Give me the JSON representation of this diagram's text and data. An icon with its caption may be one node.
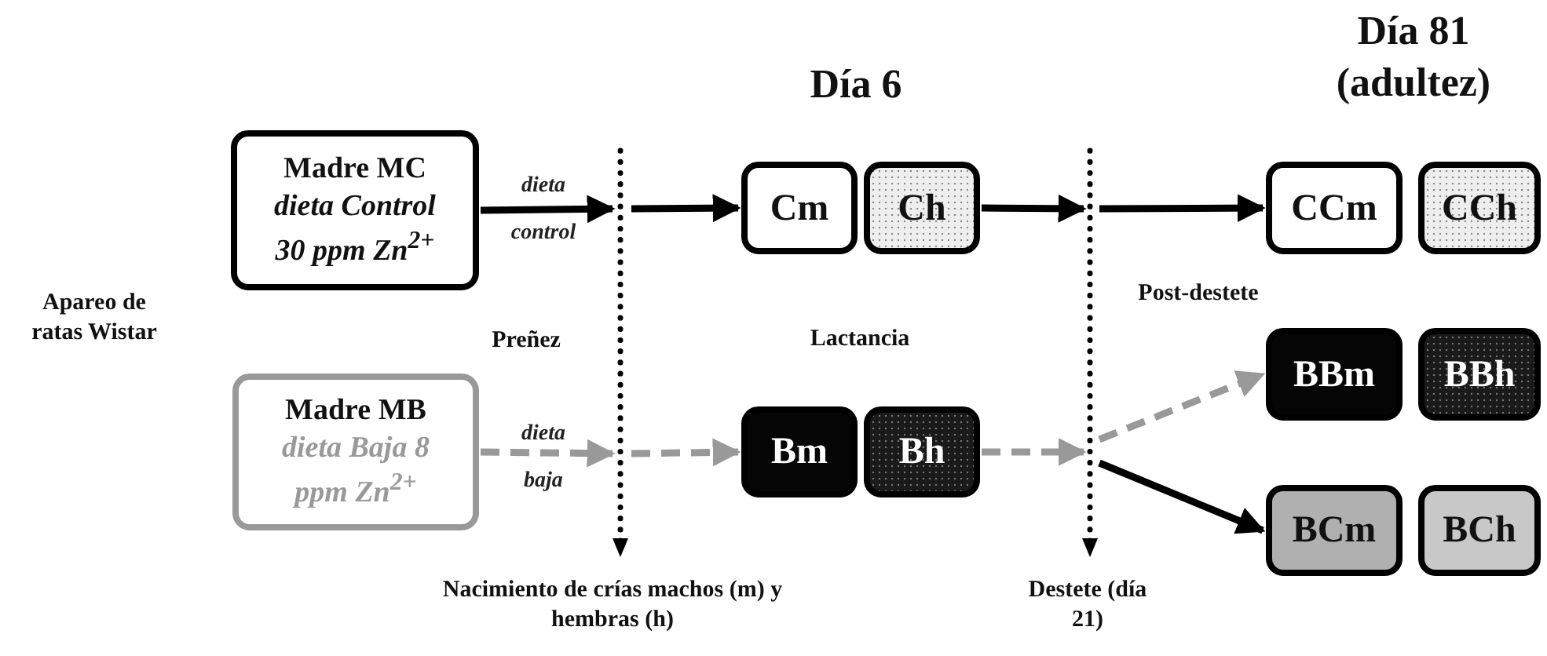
{
  "diagram": {
    "nodes": [
      {
        "text": [
          "Madre MC",
          "dieta Control 30 ppm Zn$^{2+}$"
        ]
      },
      {
        "text": [
          "Madre MB",
          "dieta Baja 8 ppm Zn$^{2+}$"
        ]
      },
      {
        "text": [
          "Cm"
        ]
      },
      {
        "text": [
          "Ch"
        ]
      },
      {
        "text": [
          "Bm"
        ]
      },
      {
        "text": [
          "Bh"
        ]
      },
      {
        "text": [
          "CCm"
        ]
      },
      {
        "text": [
          "CCh"
        ]
      },
      {
        "text": [
          "BBm"
        ]
      },
      {
        "text": [
          "BBh"
        ]
      },
      {
        "text": [
          "BCm"
        ]
      },
      {
        "text": [
          "BCh"
        ]
      }
    ],
    "edges": [
      {
        "from": 0,
        "to": null,
        "arrow": "to",
        "label": "dieta control"
      },
      {
        "from": null,
        "to": 2,
        "arrow": "to"
      },
      {
        "from": 1,
        "to": null,
        "arrow": "to",
        "label": "dieta baja",
        "style": "dashed",
        "color": "#999999"
      },
      {
        "from": null,
        "to": 4,
        "arrow": "to",
        "style": "dashed",
        "color": "#999999"
      },
      {
        "from": 3,
        "to": null,
        "arrow": "to"
      },
      {
        "from": null,
        "to": 6,
        "arrow": "to"
      },
      {
        "from": 5,
        "to": null,
        "arrow": "to",
        "style": "dashed",
        "color": "#999999"
      },
      {
        "from": null,
        "to": 8,
        "arrow": "to",
        "style": "dashed",
        "color": "#999999"
      },
      {
        "from": null,
        "to": 10,
        "arrow": "to"
      }
    ],
    "labels": [
      "Día 81 (adultez)",
      "Día 6",
      "Apareo de ratas Wistar",
      "Preñez",
      "Lactancia",
      "Post-destete",
      "Nacimiento de crías machos (m) y hembras (h)",
      "Destete (día 21)"
    ]
  }
}
